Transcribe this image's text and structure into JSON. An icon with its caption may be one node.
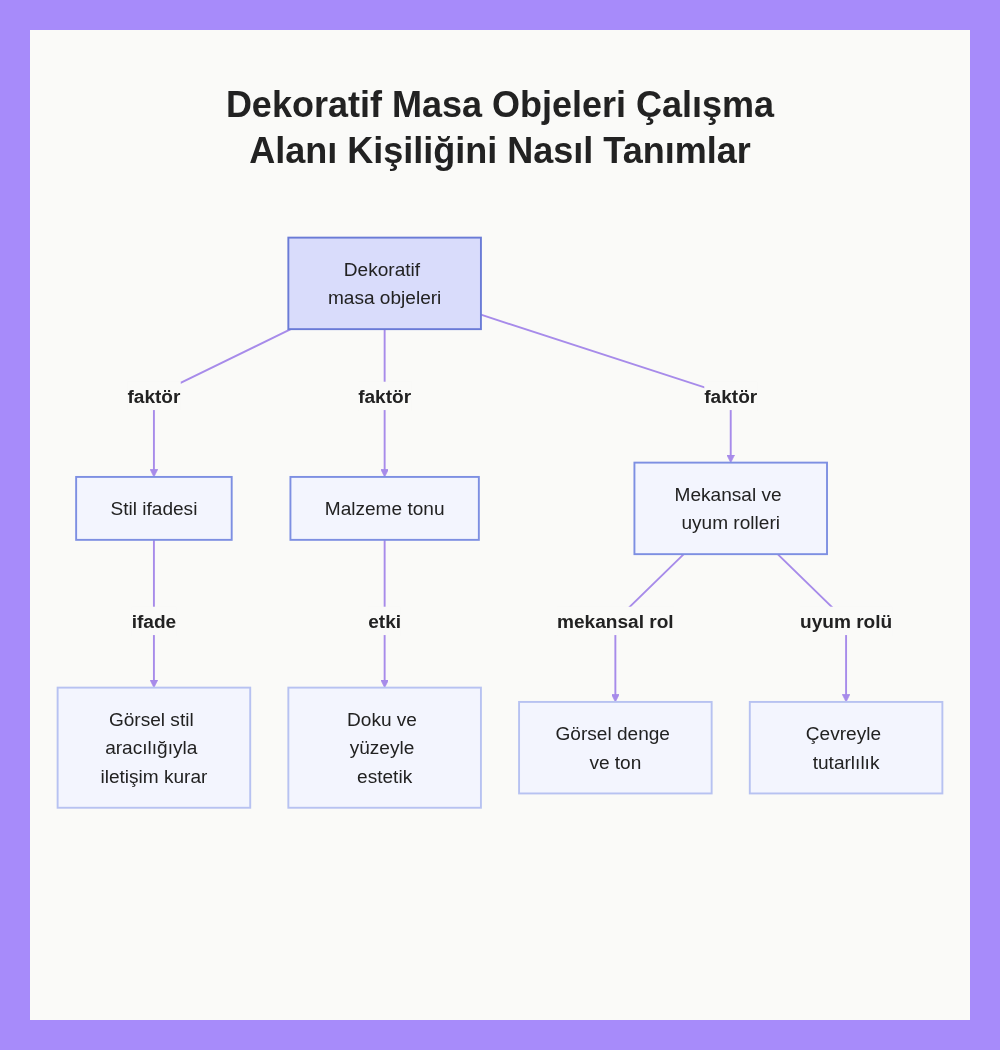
{
  "diagram": {
    "title": "Dekoratif Masa Objeleri Çalışma Alanı Kişiliğini Nasıl Tanımlar",
    "nodes": [
      {
        "text": [
          "Dekoratif masa objeleri"
        ]
      },
      {
        "text": [
          "Stil ifadesi"
        ]
      },
      {
        "text": [
          "Malzeme tonu"
        ]
      },
      {
        "text": [
          "Mekansal ve uyum rolleri"
        ]
      },
      {
        "text": [
          "Görsel stil aracılığıyla iletişim kurar"
        ]
      },
      {
        "text": [
          "Doku ve yüzeyle estetik"
        ]
      },
      {
        "text": [
          "Görsel denge ve ton"
        ]
      },
      {
        "text": [
          "Çevreyle tutarlılık"
        ]
      }
    ],
    "edges": [
      {
        "from": 0,
        "to": 1,
        "label": "faktör",
        "arrow": "to"
      },
      {
        "from": 0,
        "to": 2,
        "label": "faktör",
        "arrow": "to"
      },
      {
        "from": 0,
        "to": 3,
        "label": "faktör",
        "arrow": "to"
      },
      {
        "from": 1,
        "to": 4,
        "label": "ifade",
        "arrow": "to"
      },
      {
        "from": 2,
        "to": 5,
        "label": "etki",
        "arrow": "to"
      },
      {
        "from": 3,
        "to": 6,
        "label": "mekansal rol",
        "arrow": "to"
      },
      {
        "from": 3,
        "to": 7,
        "label": "uyum rolü",
        "arrow": "to"
      }
    ]
  }
}
